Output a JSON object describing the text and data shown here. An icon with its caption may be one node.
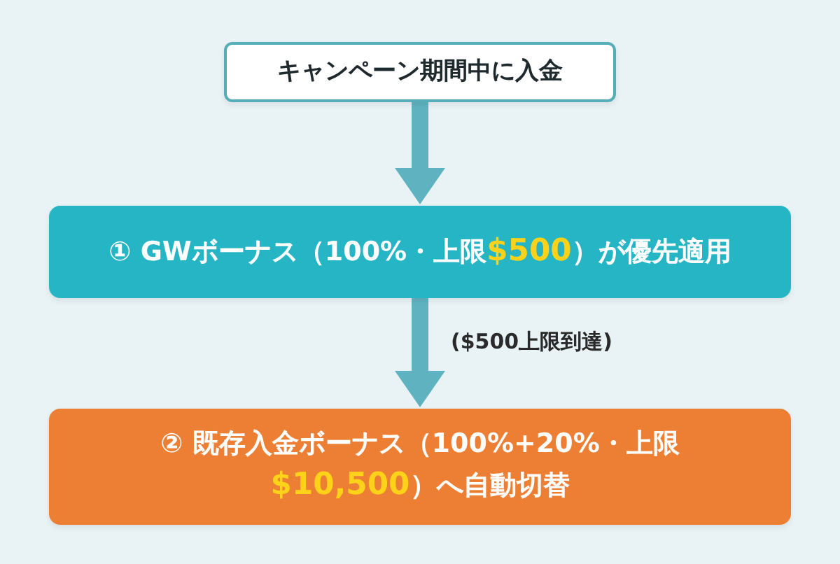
{
  "diagram": {
    "nodes": [
      {
        "text": [
          "キャンペーン期間中に入金"
        ]
      },
      {
        "text": [
          "① GWボーナス（100%・上限**$500**）が優先適用"
        ]
      },
      {
        "text": [
          "② 既存入金ボーナス（100%+20%・上限**$10,500**）へ自動切替"
        ]
      }
    ],
    "edges": [
      {
        "from": 0,
        "to": 1,
        "arrow": "to"
      },
      {
        "from": 1,
        "to": 2,
        "arrow": "to",
        "label": "($500上限到達)"
      }
    ]
  }
}
